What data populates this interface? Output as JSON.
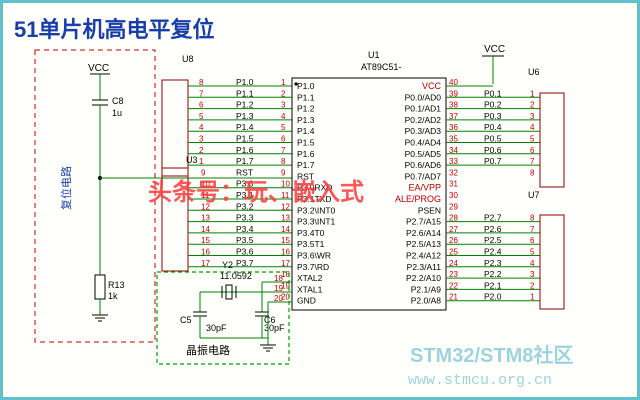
{
  "title": "51单片机高电平复位",
  "reset_label": "复位电路",
  "crystal_label": "晶振电路",
  "watermark": "头条号：玩、嵌入式",
  "footer": {
    "brand": "STM32/STM8社区",
    "url": "www.stmcu.org.cn"
  },
  "colors": {
    "title": "#1a3ea8",
    "wire": "#008000",
    "pin_number": "#c00000",
    "frame": "#5fc2c8"
  },
  "components": {
    "vcc_left": "VCC",
    "c8": {
      "ref": "C8",
      "value": "1u"
    },
    "r13": {
      "ref": "R13",
      "value": "1k"
    },
    "u8": "U8",
    "u3": "U3",
    "y2": {
      "ref": "Y2",
      "value": "11.0592"
    },
    "c5": {
      "ref": "C5",
      "value": "30pF"
    },
    "c6": {
      "ref": "C6",
      "value": "30pF"
    },
    "u1": {
      "ref": "U1",
      "part": "AT89C51-"
    },
    "vcc_right": "VCC",
    "u6": "U6",
    "u7": "U7"
  },
  "u8_pins": [
    "8",
    "7",
    "6",
    "5",
    "4",
    "3",
    "2",
    "1"
  ],
  "p1_nets": [
    "P1.0",
    "P1.1",
    "P1.2",
    "P1.3",
    "P1.4",
    "P1.5",
    "P1.6",
    "P1.7",
    "RST",
    "P3.0",
    "P3.1",
    "P3.2",
    "P3.3",
    "P3.4",
    "P3.5",
    "P3.6",
    "P3.7"
  ],
  "u3_pins": [
    "9",
    "10",
    "11",
    "12",
    "13",
    "14",
    "15",
    "16",
    "17"
  ],
  "u1_left_nums": [
    "1",
    "2",
    "3",
    "4",
    "5",
    "6",
    "7",
    "8",
    "9",
    "10",
    "11",
    "12",
    "13",
    "14",
    "15",
    "16",
    "17",
    "18",
    "19",
    "20"
  ],
  "u1_left_names": [
    "P1.0",
    "P1.1",
    "P1.2",
    "P1.3",
    "P1.4",
    "P1.5",
    "P1.6",
    "P1.7",
    "RST",
    "P3.0RXD",
    "P3.1TXD",
    "P3.2\\INT0",
    "P3.3\\INT1",
    "P3.4T0",
    "P3.5T1",
    "P3.6\\WR",
    "P3.7\\RD",
    "XTAL2",
    "XTAL1",
    "GND"
  ],
  "xtal_nets": [
    "18",
    "19",
    "20"
  ],
  "u1_right_names": [
    "VCC",
    "P0.0/AD0",
    "P0.1/AD1",
    "P0.2/AD2",
    "P0.3/AD3",
    "P0.4/AD4",
    "P0.5/AD5",
    "P0.6/AD6",
    "P0.7/AD7",
    "EA/VPP",
    "ALE/PROG",
    "PSEN",
    "P2.7/A15",
    "P2.6/A14",
    "P2.5/A13",
    "P2.4/A12",
    "P2.3/A11",
    "P2.2/A10",
    "P2.1/A9",
    "P2.0/A8"
  ],
  "u1_right_nums": [
    "40",
    "39",
    "38",
    "37",
    "36",
    "35",
    "34",
    "33",
    "32",
    "31",
    "30",
    "29",
    "28",
    "27",
    "26",
    "25",
    "24",
    "23",
    "22",
    "21"
  ],
  "right_nets": [
    "P0.0",
    "P0.1",
    "P0.2",
    "P0.3",
    "P0.4",
    "P0.5",
    "P0.6",
    "P0.7",
    "",
    "",
    "",
    "",
    "P2.7",
    "P2.6",
    "P2.5",
    "P2.4",
    "P2.3",
    "P2.2",
    "P2.1",
    "P2.0"
  ],
  "u6_pins": [
    "1",
    "2",
    "3",
    "4",
    "5",
    "6",
    "7",
    "8"
  ],
  "u7_pins": [
    "8",
    "7",
    "6",
    "5",
    "4",
    "3",
    "2",
    "1"
  ]
}
